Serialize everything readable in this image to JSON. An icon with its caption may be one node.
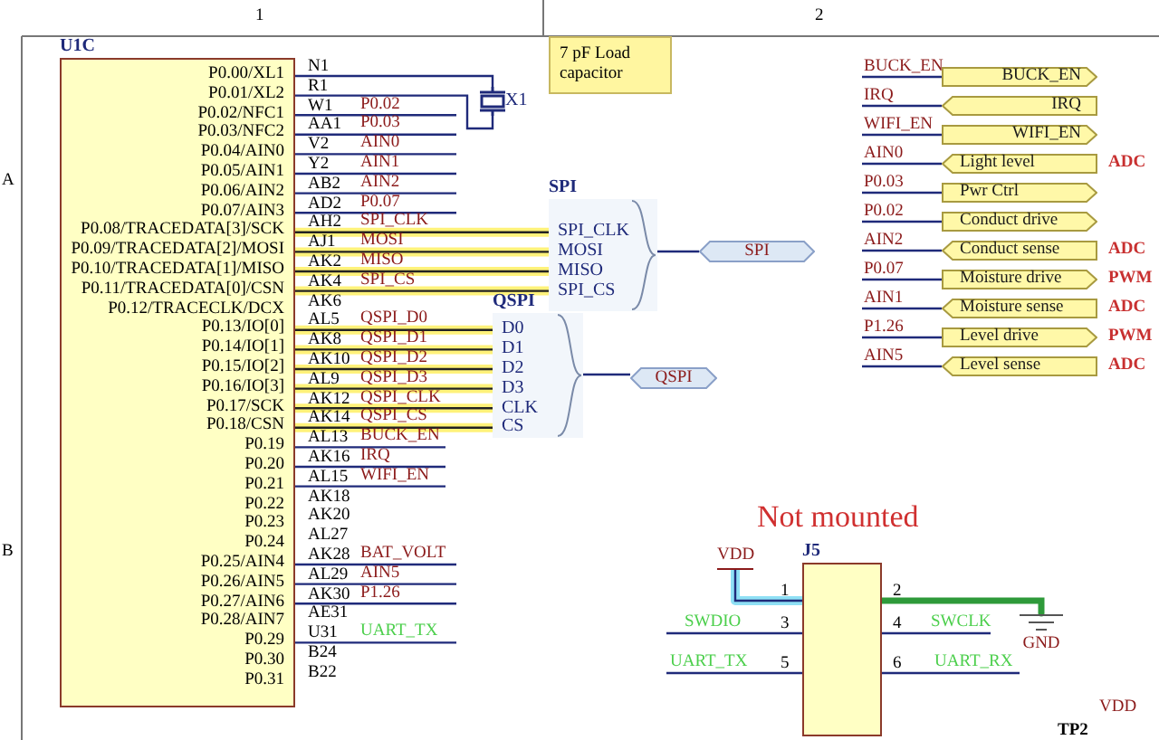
{
  "diagram": {
    "nodes": [
      {
        "text": [
          "U1C"
        ]
      },
      {
        "text": [
          "X1"
        ]
      },
      {
        "text": [
          "7 pF Load capacitor"
        ]
      },
      {
        "text": [
          "SPI"
        ]
      },
      {
        "text": [
          "SPI_CLK"
        ],
        "in": 3
      },
      {
        "text": [
          "MOSI"
        ],
        "in": 3
      },
      {
        "text": [
          "MISO"
        ],
        "in": 3
      },
      {
        "text": [
          "SPI_CS"
        ],
        "in": 3
      },
      {
        "text": [
          "SPI"
        ]
      },
      {
        "text": [
          "QSPI"
        ]
      },
      {
        "text": [
          "D0"
        ],
        "in": 9
      },
      {
        "text": [
          "D1"
        ],
        "in": 9
      },
      {
        "text": [
          "D2"
        ],
        "in": 9
      },
      {
        "text": [
          "D3"
        ],
        "in": 9
      },
      {
        "text": [
          "CLK"
        ],
        "in": 9
      },
      {
        "text": [
          "CS"
        ],
        "in": 9
      },
      {
        "text": [
          "QSPI"
        ]
      },
      {
        "text": [
          "BUCK_EN"
        ]
      },
      {
        "text": [
          "IRQ"
        ]
      },
      {
        "text": [
          "WIFI_EN"
        ]
      },
      {
        "text": [
          "Light level"
        ],
        "beside": [
          "ADC"
        ]
      },
      {
        "text": [
          "Pwr Ctrl"
        ]
      },
      {
        "text": [
          "Conduct drive"
        ]
      },
      {
        "text": [
          "Conduct sense"
        ],
        "beside": [
          "ADC"
        ]
      },
      {
        "text": [
          "Moisture drive"
        ],
        "beside": [
          "PWM"
        ]
      },
      {
        "text": [
          "Moisture sense"
        ],
        "beside": [
          "ADC"
        ]
      },
      {
        "text": [
          "Level drive"
        ],
        "beside": [
          "PWM"
        ]
      },
      {
        "text": [
          "Level sense"
        ],
        "beside": [
          "ADC"
        ]
      },
      {
        "text": [
          "J5"
        ]
      },
      {
        "text": [
          "GND"
        ]
      },
      {
        "text": [
          "VDD"
        ]
      }
    ],
    "edges": [
      {
        "from": 0,
        "to": 1,
        "arrow": "none"
      },
      {
        "from": 0,
        "to": 1,
        "arrow": "none"
      },
      {
        "from": 0,
        "to": null,
        "arrow": "none",
        "label": "P0.02"
      },
      {
        "from": 0,
        "to": null,
        "arrow": "none",
        "label": "P0.03"
      },
      {
        "from": 0,
        "to": null,
        "arrow": "none",
        "label": "AIN0"
      },
      {
        "from": 0,
        "to": null,
        "arrow": "none",
        "label": "AIN1"
      },
      {
        "from": 0,
        "to": null,
        "arrow": "none",
        "label": "AIN2"
      },
      {
        "from": 0,
        "to": null,
        "arrow": "none",
        "label": "P0.07"
      },
      {
        "from": 0,
        "to": 4,
        "arrow": "none",
        "label": "SPI_CLK"
      },
      {
        "from": 0,
        "to": 5,
        "arrow": "none",
        "label": "MOSI"
      },
      {
        "from": 0,
        "to": 6,
        "arrow": "none",
        "label": "MISO"
      },
      {
        "from": 0,
        "to": 7,
        "arrow": "none",
        "label": "SPI_CS"
      },
      {
        "from": 3,
        "to": 8,
        "arrow": "none"
      },
      {
        "from": 0,
        "to": 10,
        "arrow": "none",
        "label": "QSPI_D0"
      },
      {
        "from": 0,
        "to": 11,
        "arrow": "none",
        "label": "QSPI_D1"
      },
      {
        "from": 0,
        "to": 12,
        "arrow": "none",
        "label": "QSPI_D2"
      },
      {
        "from": 0,
        "to": 13,
        "arrow": "none",
        "label": "QSPI_D3"
      },
      {
        "from": 0,
        "to": 14,
        "arrow": "none",
        "label": "QSPI_CLK"
      },
      {
        "from": 0,
        "to": 15,
        "arrow": "none",
        "label": "QSPI_CS"
      },
      {
        "from": 9,
        "to": 16,
        "arrow": "none"
      },
      {
        "from": 0,
        "to": null,
        "arrow": "none",
        "label": "BUCK_EN"
      },
      {
        "from": 0,
        "to": null,
        "arrow": "none",
        "label": "IRQ"
      },
      {
        "from": 0,
        "to": null,
        "arrow": "none",
        "label": "WIFI_EN"
      },
      {
        "from": 0,
        "to": null,
        "arrow": "none",
        "label": "BAT_VOLT"
      },
      {
        "from": 0,
        "to": null,
        "arrow": "none",
        "label": "AIN5"
      },
      {
        "from": 0,
        "to": null,
        "arrow": "none",
        "label": "P1.26"
      },
      {
        "from": 0,
        "to": null,
        "arrow": "none",
        "label": "UART_TX"
      },
      {
        "from": null,
        "to": 17,
        "arrow": "none",
        "label": "BUCK_EN"
      },
      {
        "from": null,
        "to": 18,
        "arrow": "none",
        "label": "IRQ"
      },
      {
        "from": null,
        "to": 19,
        "arrow": "none",
        "label": "WIFI_EN"
      },
      {
        "from": null,
        "to": 20,
        "arrow": "none",
        "label": "AIN0"
      },
      {
        "from": null,
        "to": 21,
        "arrow": "none",
        "label": "P0.03"
      },
      {
        "from": null,
        "to": 22,
        "arrow": "none",
        "label": "P0.02"
      },
      {
        "from": null,
        "to": 23,
        "arrow": "none",
        "label": "AIN2"
      },
      {
        "from": null,
        "to": 24,
        "arrow": "none",
        "label": "P0.07"
      },
      {
        "from": null,
        "to": 25,
        "arrow": "none",
        "label": "AIN1"
      },
      {
        "from": null,
        "to": 26,
        "arrow": "none",
        "label": "P1.26"
      },
      {
        "from": null,
        "to": 27,
        "arrow": "none",
        "label": "AIN5"
      },
      {
        "from": 28,
        "to": 30,
        "arrow": "none"
      },
      {
        "from": 28,
        "to": 29,
        "arrow": "none",
        "style": "thick",
        "color": "#2e9a3a"
      },
      {
        "from": null,
        "to": 28,
        "arrow": "none",
        "label": "SWDIO"
      },
      {
        "from": 28,
        "to": null,
        "arrow": "none",
        "label": "SWCLK"
      },
      {
        "from": null,
        "to": 28,
        "arrow": "none",
        "label": "UART_TX"
      },
      {
        "from": 28,
        "to": null,
        "arrow": "none",
        "label": "UART_RX"
      }
    ],
    "labels": [
      "1",
      "2",
      "A",
      "B",
      "P0.00/XL1",
      "P0.01/XL2",
      "P0.02/NFC1",
      "P0.03/NFC2",
      "P0.04/AIN0",
      "P0.05/AIN1",
      "P0.06/AIN2",
      "P0.07/AIN3",
      "P0.08/TRACEDATA[3]/SCK",
      "P0.09/TRACEDATA[2]/MOSI",
      "P0.10/TRACEDATA[1]/MISO",
      "P0.11/TRACEDATA[0]/CSN",
      "P0.12/TRACECLK/DCX",
      "P0.13/IO[0]",
      "P0.14/IO[1]",
      "P0.15/IO[2]",
      "P0.16/IO[3]",
      "P0.17/SCK",
      "P0.18/CSN",
      "P0.19",
      "P0.20",
      "P0.21",
      "P0.22",
      "P0.23",
      "P0.24",
      "P0.25/AIN4",
      "P0.26/AIN5",
      "P0.27/AIN6",
      "P0.28/AIN7",
      "P0.29",
      "P0.30",
      "P0.31",
      "N1",
      "R1",
      "W1",
      "AA1",
      "V2",
      "Y2",
      "AB2",
      "AD2",
      "AH2",
      "AJ1",
      "AK2",
      "AK4",
      "AK6",
      "AL5",
      "AK8",
      "AK10",
      "AL9",
      "AK12",
      "AK14",
      "AL13",
      "AK16",
      "AL15",
      "AK18",
      "AK20",
      "AL27",
      "AK28",
      "AL29",
      "AK30",
      "AE31",
      "U31",
      "B24",
      "B22",
      "Not mounted",
      "1",
      "3",
      "5",
      "2",
      "4",
      "6",
      "VDD",
      "TP2"
    ]
  }
}
